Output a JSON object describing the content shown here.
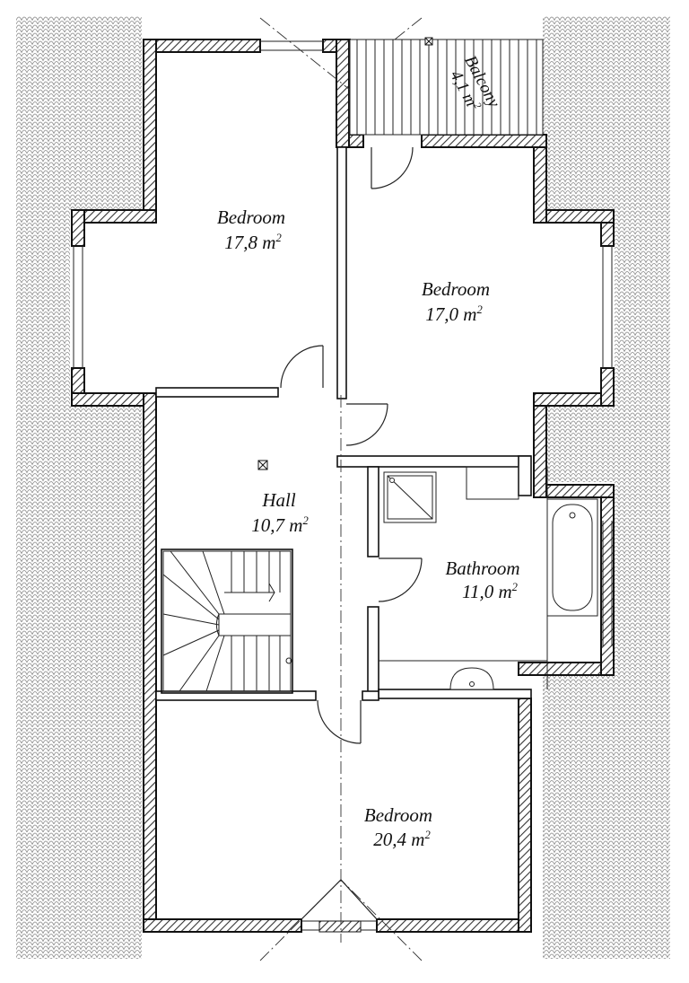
{
  "rooms": {
    "bedroom_nw": {
      "name": "Bedroom",
      "area": "17,8 m",
      "unit_sup": "2"
    },
    "bedroom_ne": {
      "name": "Bedroom",
      "area": "17,0 m",
      "unit_sup": "2"
    },
    "hall": {
      "name": "Hall",
      "area": "10,7 m",
      "unit_sup": "2"
    },
    "bathroom": {
      "name": "Bathroom",
      "area": "11,0 m",
      "unit_sup": "2"
    },
    "bedroom_s": {
      "name": "Bedroom",
      "area": "20,4 m",
      "unit_sup": "2"
    },
    "balcony": {
      "name": "Balcony",
      "area": "4,1 m",
      "unit_sup": "2"
    }
  },
  "colors": {
    "wall": "#111111",
    "line": "#222222",
    "hatch": "#777777"
  },
  "icons": [
    "ventilation-icon",
    "stairs-arrow-icon",
    "door-swing-icon",
    "shower-icon",
    "bathtub-icon",
    "washbasin-icon"
  ]
}
